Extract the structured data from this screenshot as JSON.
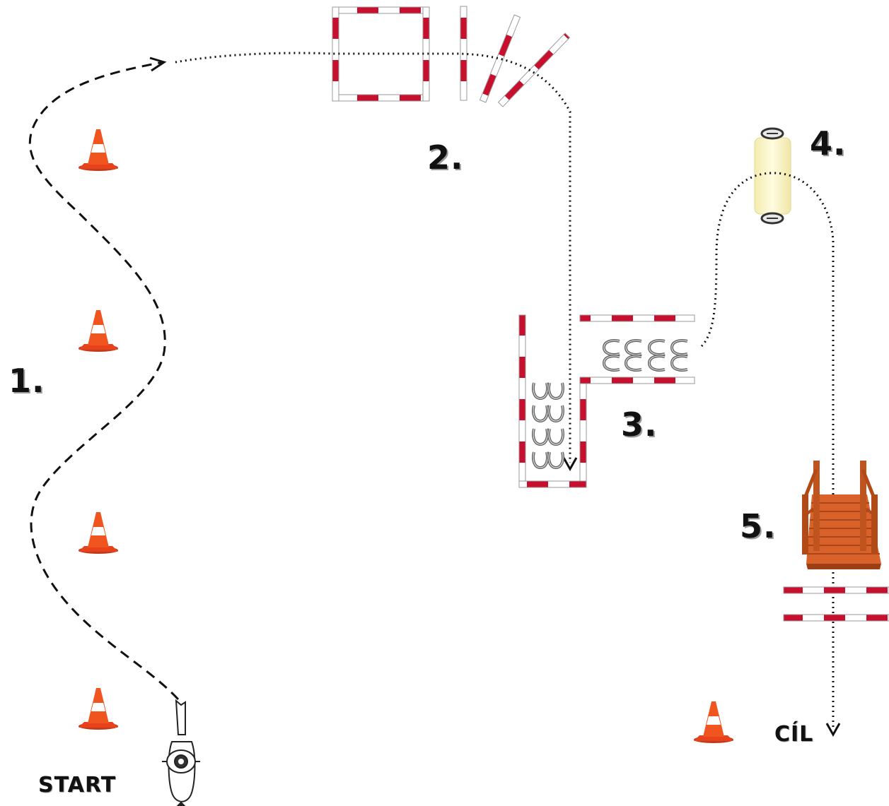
{
  "labels": {
    "station_1": "1.",
    "station_2": "2.",
    "station_3": "3.",
    "station_4": "4.",
    "station_5": "5.",
    "start": "START",
    "finish": "CÍL"
  },
  "colors": {
    "pole_red": "#c8102e",
    "pole_white": "#ffffff",
    "cone_orange": "#e8421c",
    "bridge_wood": "#d9622b",
    "barrel_yellow": "#fbf5c8",
    "path_line": "#111111"
  },
  "icons": {
    "cone": "traffic-cone-icon",
    "horse": "horse-and-rider-icon",
    "bridge": "wooden-bridge-icon",
    "barrel": "barrel-icon",
    "horseshoe": "horseshoe-icon"
  }
}
